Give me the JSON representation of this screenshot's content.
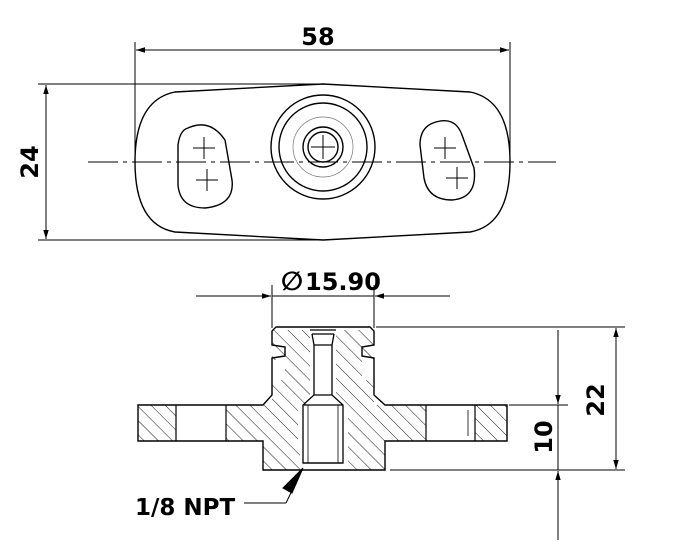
{
  "top_view": {
    "width_dimension": "58",
    "height_dimension": "24"
  },
  "section_view": {
    "diameter_symbol": "∅",
    "diameter_dimension": "15.90",
    "overall_height_dimension": "22",
    "flange_height_dimension": "10",
    "thread_callout": "1/8 NPT"
  },
  "colors": {
    "line": "#000000",
    "background": "#ffffff"
  }
}
